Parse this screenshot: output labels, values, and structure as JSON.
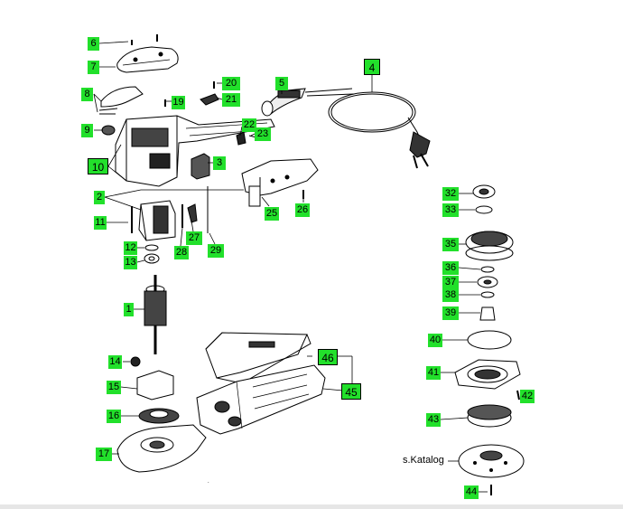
{
  "diagram": {
    "part_labels": [
      {
        "id": "6",
        "text": "6"
      },
      {
        "id": "7",
        "text": "7"
      },
      {
        "id": "8",
        "text": "8"
      },
      {
        "id": "9",
        "text": "9"
      },
      {
        "id": "10",
        "text": "10"
      },
      {
        "id": "2",
        "text": "2"
      },
      {
        "id": "11",
        "text": "11"
      },
      {
        "id": "12",
        "text": "12"
      },
      {
        "id": "13",
        "text": "13"
      },
      {
        "id": "1",
        "text": "1"
      },
      {
        "id": "14",
        "text": "14"
      },
      {
        "id": "15",
        "text": "15"
      },
      {
        "id": "16",
        "text": "16"
      },
      {
        "id": "17",
        "text": "17"
      },
      {
        "id": "19",
        "text": "19"
      },
      {
        "id": "20",
        "text": "20"
      },
      {
        "id": "21",
        "text": "21"
      },
      {
        "id": "22",
        "text": "22"
      },
      {
        "id": "23",
        "text": "23"
      },
      {
        "id": "3",
        "text": "3"
      },
      {
        "id": "5",
        "text": "5"
      },
      {
        "id": "4",
        "text": "4"
      },
      {
        "id": "25",
        "text": "25"
      },
      {
        "id": "26",
        "text": "26"
      },
      {
        "id": "27",
        "text": "27"
      },
      {
        "id": "28",
        "text": "28"
      },
      {
        "id": "29",
        "text": "29"
      },
      {
        "id": "46",
        "text": "46"
      },
      {
        "id": "45",
        "text": "45"
      },
      {
        "id": "32",
        "text": "32"
      },
      {
        "id": "33",
        "text": "33"
      },
      {
        "id": "35",
        "text": "35"
      },
      {
        "id": "36",
        "text": "36"
      },
      {
        "id": "37",
        "text": "37"
      },
      {
        "id": "38",
        "text": "38"
      },
      {
        "id": "39",
        "text": "39"
      },
      {
        "id": "40",
        "text": "40"
      },
      {
        "id": "41",
        "text": "41"
      },
      {
        "id": "42",
        "text": "42"
      },
      {
        "id": "43",
        "text": "43"
      },
      {
        "id": "44",
        "text": "44"
      }
    ],
    "catalog_note": "s.Katalog"
  },
  "colors": {
    "label_bg": "#22e02b",
    "line": "#000000",
    "background": "#ffffff"
  }
}
